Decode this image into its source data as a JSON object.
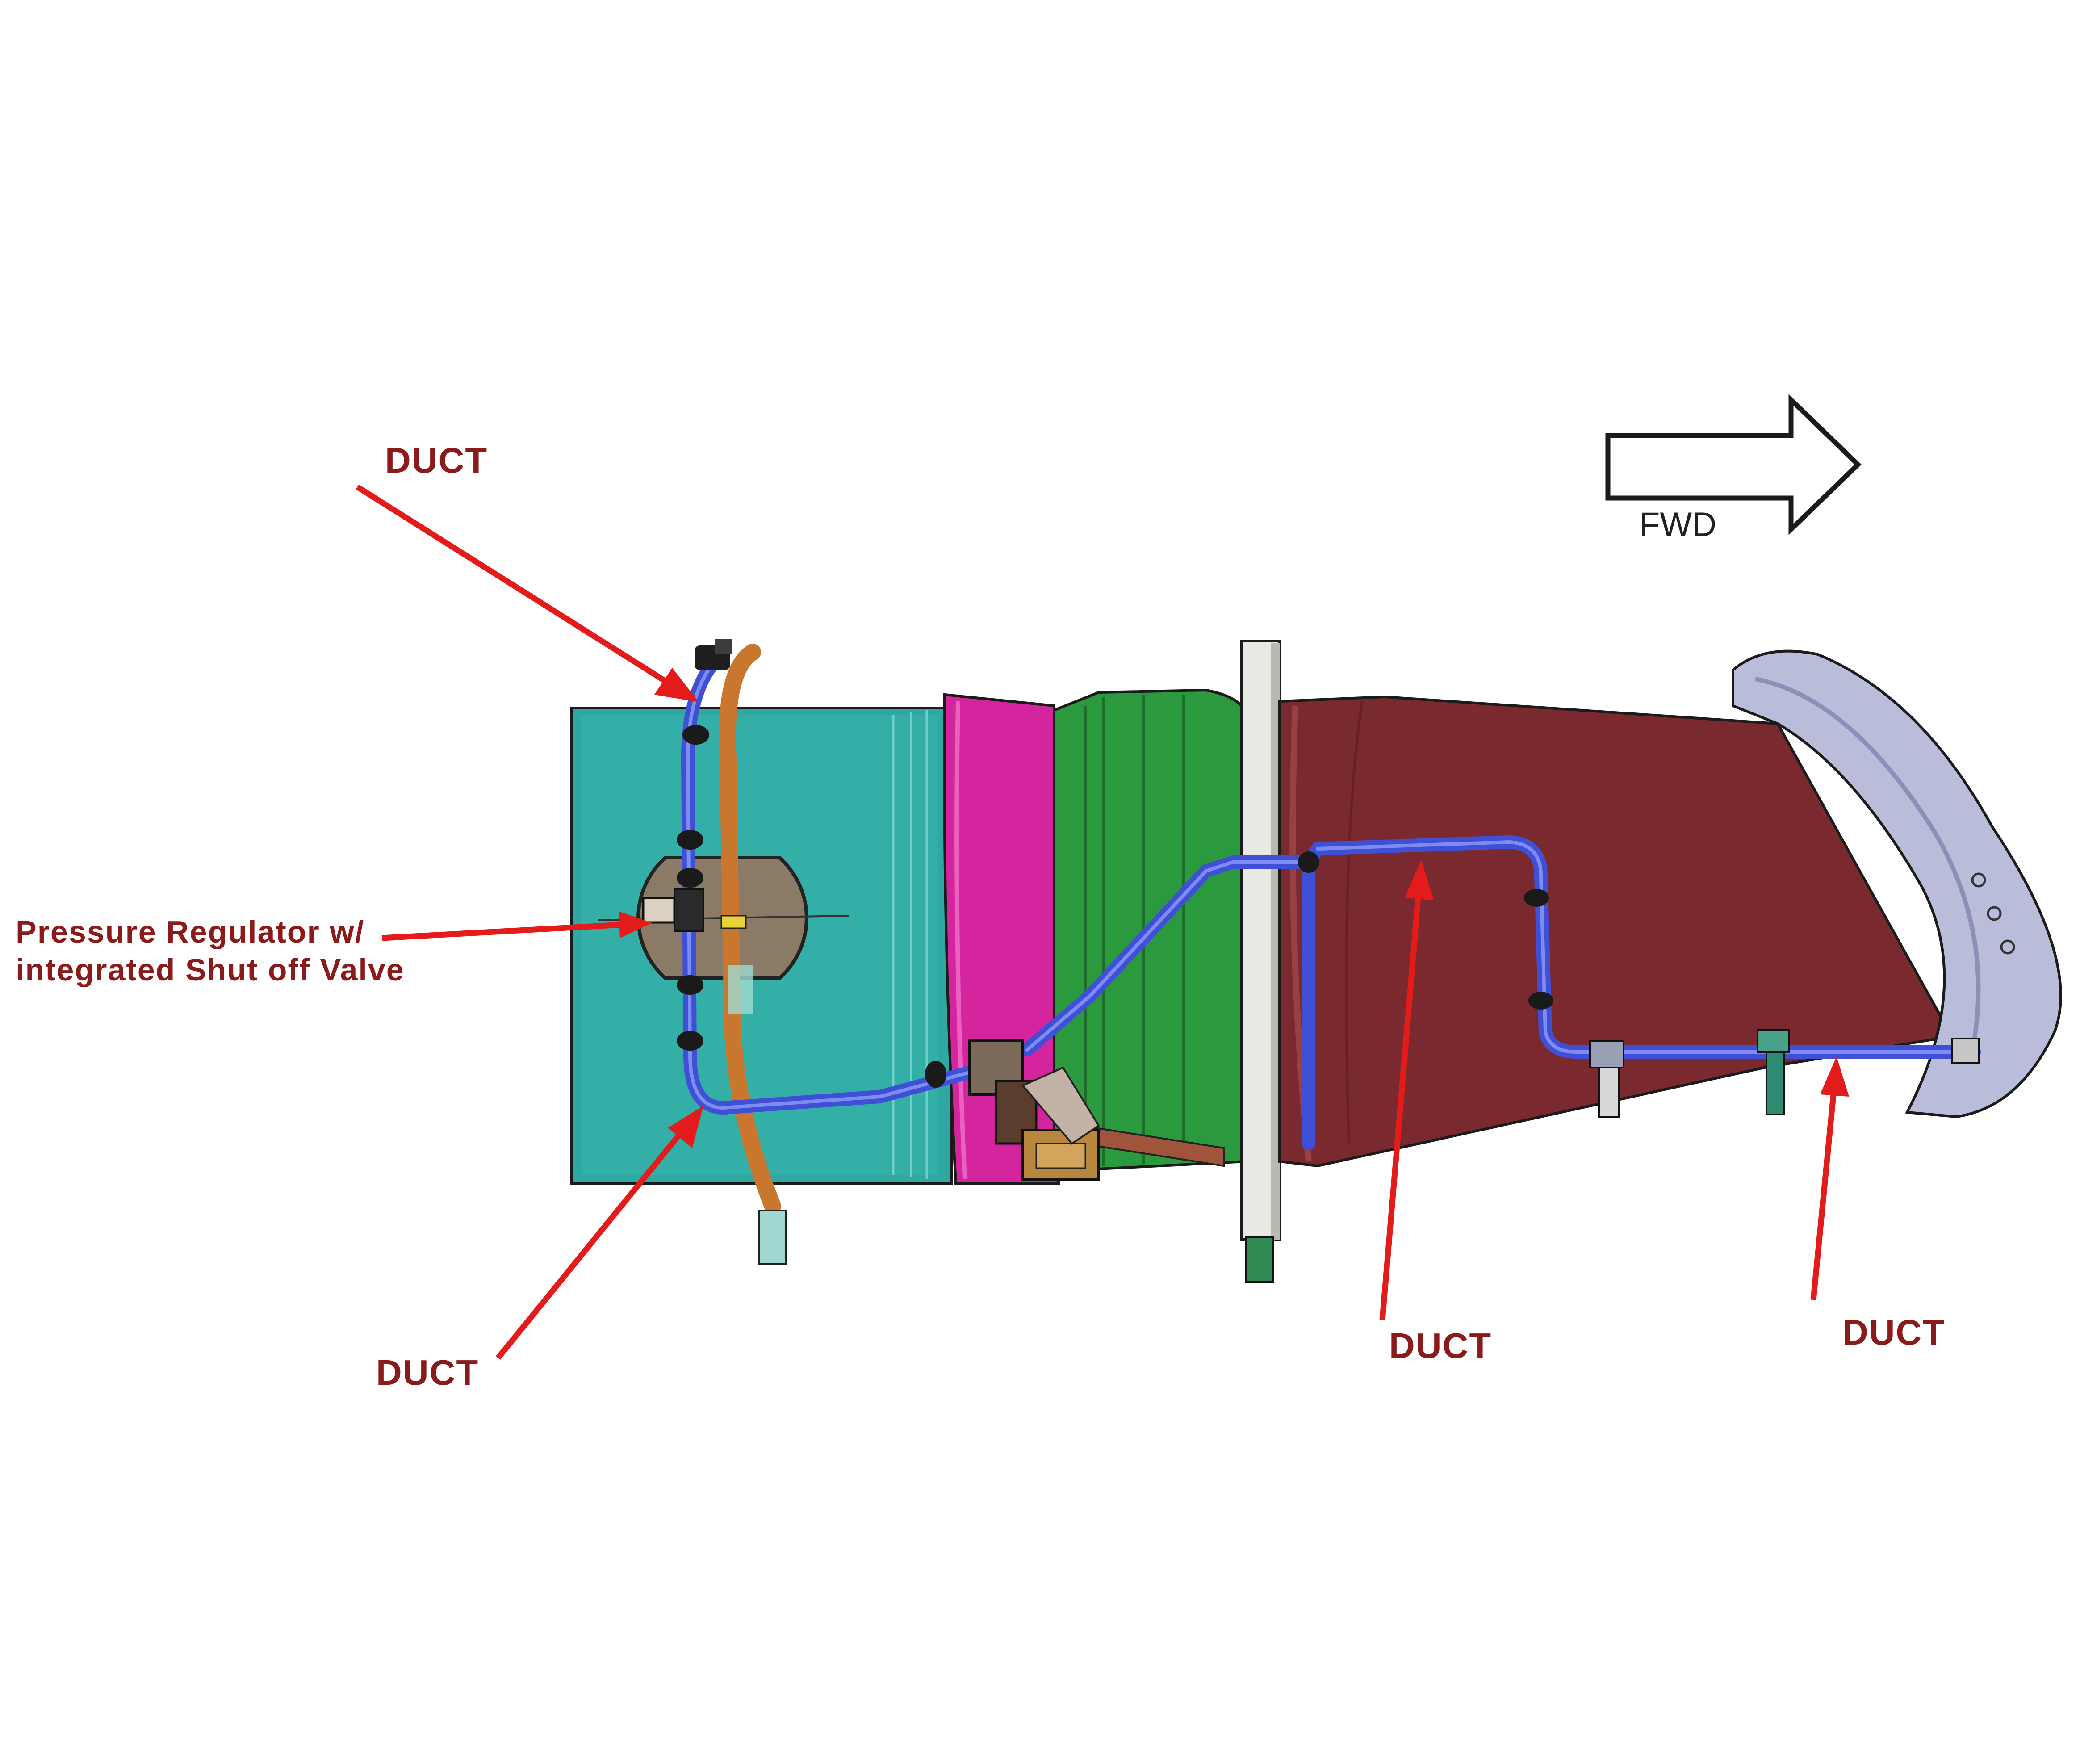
{
  "labels": {
    "duct_top_left": "DUCT",
    "regulator_line1": "Pressure Regulator w/",
    "regulator_line2": "integrated Shut off Valve",
    "duct_bottom_left": "DUCT",
    "duct_bottom_middle": "DUCT",
    "duct_bottom_right": "DUCT",
    "direction": "FWD"
  },
  "colors": {
    "callout_text": "#8b1a1a",
    "callout_arrow": "#e41b1b",
    "duct_blue": "#3f4fd6",
    "teal_section": "#2fa8a1",
    "magenta_section": "#d4259f",
    "green_section": "#2b9a3e",
    "maroon_section": "#7a2a2e",
    "orange_pipe": "#c9762e"
  }
}
